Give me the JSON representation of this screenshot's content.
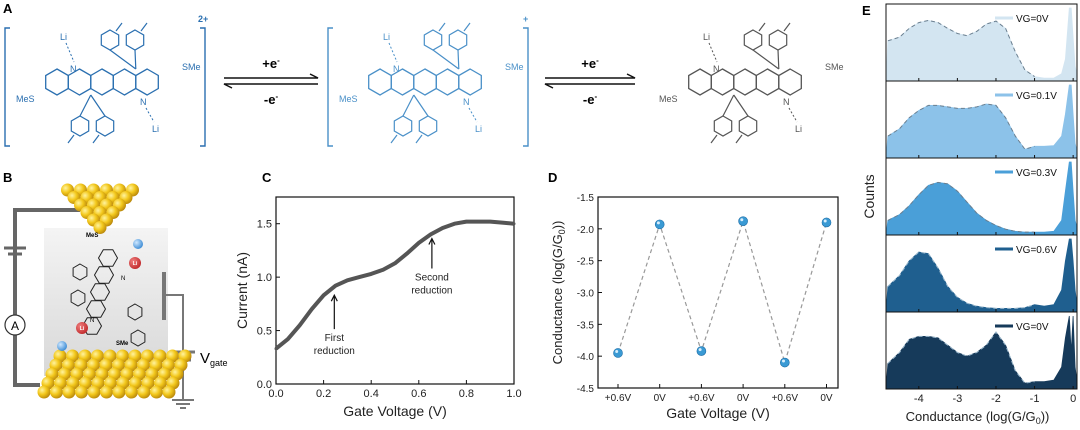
{
  "panels": {
    "a": "A",
    "b": "B",
    "c": "C",
    "d": "D",
    "e": "E"
  },
  "scheme": {
    "charge1": "2+",
    "charge2": "+",
    "forward": "+e",
    "backward": "-e",
    "electron_sup": "-",
    "li": "Li",
    "n": "N",
    "mes": "MeS",
    "sme": "SMe",
    "colors": {
      "dication": "#2a6fb0",
      "radical": "#4a90c8",
      "neutral": "#555555"
    }
  },
  "device": {
    "ammeter": "A",
    "vgate": "V",
    "vgate_sub": "gate",
    "li_ion": "Li",
    "mes": "MeS",
    "sme": "SMe",
    "n": "N"
  },
  "chart_data": [
    {
      "type": "line",
      "title": "",
      "xlabel": "Gate Voltage (V)",
      "ylabel": "Current (nA)",
      "xlim": [
        0,
        1.0
      ],
      "ylim": [
        0,
        1.75
      ],
      "xticks": [
        "0.0",
        "0.2",
        "0.4",
        "0.6",
        "0.8",
        "1.0"
      ],
      "yticks": [
        "0.0",
        "0.5",
        "1.0",
        "1.5"
      ],
      "x": [
        0,
        0.05,
        0.1,
        0.15,
        0.2,
        0.25,
        0.3,
        0.35,
        0.4,
        0.45,
        0.5,
        0.55,
        0.6,
        0.65,
        0.7,
        0.75,
        0.8,
        0.85,
        0.9,
        0.95,
        1.0
      ],
      "y": [
        0.33,
        0.42,
        0.55,
        0.7,
        0.83,
        0.92,
        0.97,
        1.0,
        1.03,
        1.07,
        1.13,
        1.22,
        1.32,
        1.4,
        1.46,
        1.5,
        1.52,
        1.52,
        1.52,
        1.51,
        1.5
      ],
      "annotations": [
        {
          "text": [
            "First",
            "reduction"
          ],
          "x": 0.245,
          "y": 0.85
        },
        {
          "text": [
            "Second",
            "reduction"
          ],
          "x": 0.655,
          "y": 1.38
        }
      ],
      "color": "#555555"
    },
    {
      "type": "scatter",
      "xlabel": "Gate Voltage (V)",
      "ylabel": "Conductance (log(G/G",
      "ylabel_sub": "0",
      "ylabel_end": "))",
      "categories": [
        "+0.6V",
        "0V",
        "+0.6V",
        "0V",
        "+0.6V",
        "0V"
      ],
      "values": [
        -3.95,
        -1.93,
        -3.92,
        -1.88,
        -4.1,
        -1.9
      ],
      "ylim": [
        -4.5,
        -1.5
      ],
      "yticks": [
        "-1.5",
        "-2.0",
        "-2.5",
        "-3.0",
        "-3.5",
        "-4.0",
        "-4.5"
      ],
      "color": "#3a9ad4"
    },
    {
      "type": "area",
      "xlabel": "Conductance (log(G/G",
      "xlabel_sub": "0",
      "xlabel_end": "))",
      "ylabel": "Counts",
      "xlim": [
        -4.85,
        0.1
      ],
      "xticks": [
        "-4",
        "-3",
        "-2",
        "-1",
        "0"
      ],
      "x": [
        -4.8,
        -4.5,
        -4.25,
        -4,
        -3.75,
        -3.5,
        -3.25,
        -3,
        -2.75,
        -2.5,
        -2.25,
        -2,
        -1.75,
        -1.5,
        -1.25,
        -1,
        -0.75,
        -0.5,
        -0.3,
        -0.2,
        -0.1,
        -0.05,
        0,
        0.05,
        0.1
      ],
      "series": [
        {
          "name": "VG=0V",
          "color": "#d3e5f1",
          "values": [
            0.55,
            0.6,
            0.72,
            0.8,
            0.83,
            0.8,
            0.72,
            0.65,
            0.62,
            0.68,
            0.78,
            0.82,
            0.72,
            0.4,
            0.15,
            0.06,
            0.04,
            0.04,
            0.1,
            0.3,
            1.0,
            1.0,
            0.6,
            0.2,
            0.1
          ]
        },
        {
          "name": "VG=0.1V",
          "color": "#8cc2e9",
          "values": [
            0.3,
            0.4,
            0.55,
            0.65,
            0.72,
            0.72,
            0.7,
            0.68,
            0.68,
            0.7,
            0.74,
            0.72,
            0.55,
            0.3,
            0.12,
            0.16,
            0.16,
            0.17,
            0.3,
            0.6,
            1.0,
            1.0,
            0.6,
            0.2,
            0.1
          ]
        },
        {
          "name": "VG=0.3V",
          "color": "#4a9fd8",
          "values": [
            0.2,
            0.28,
            0.4,
            0.55,
            0.68,
            0.72,
            0.7,
            0.6,
            0.45,
            0.3,
            0.2,
            0.13,
            0.08,
            0.05,
            0.04,
            0.04,
            0.04,
            0.05,
            0.2,
            0.6,
            1.0,
            1.0,
            0.6,
            0.2,
            0.1
          ]
        },
        {
          "name": "VG=0.6V",
          "color": "#1f5f8f",
          "values": [
            0.35,
            0.5,
            0.7,
            0.82,
            0.8,
            0.6,
            0.35,
            0.2,
            0.12,
            0.08,
            0.06,
            0.05,
            0.05,
            0.05,
            0.06,
            0.1,
            0.08,
            0.1,
            0.3,
            0.7,
            1.0,
            1.0,
            0.7,
            0.3,
            0.1
          ]
        },
        {
          "name": "VG=0V",
          "color": "#163a5a",
          "values": [
            0.35,
            0.5,
            0.68,
            0.72,
            0.72,
            0.7,
            0.6,
            0.5,
            0.45,
            0.5,
            0.6,
            0.78,
            0.6,
            0.25,
            0.08,
            0.1,
            0.1,
            0.12,
            0.3,
            0.7,
            1.0,
            0.5,
            1.0,
            0.3,
            0.1
          ]
        }
      ]
    }
  ]
}
